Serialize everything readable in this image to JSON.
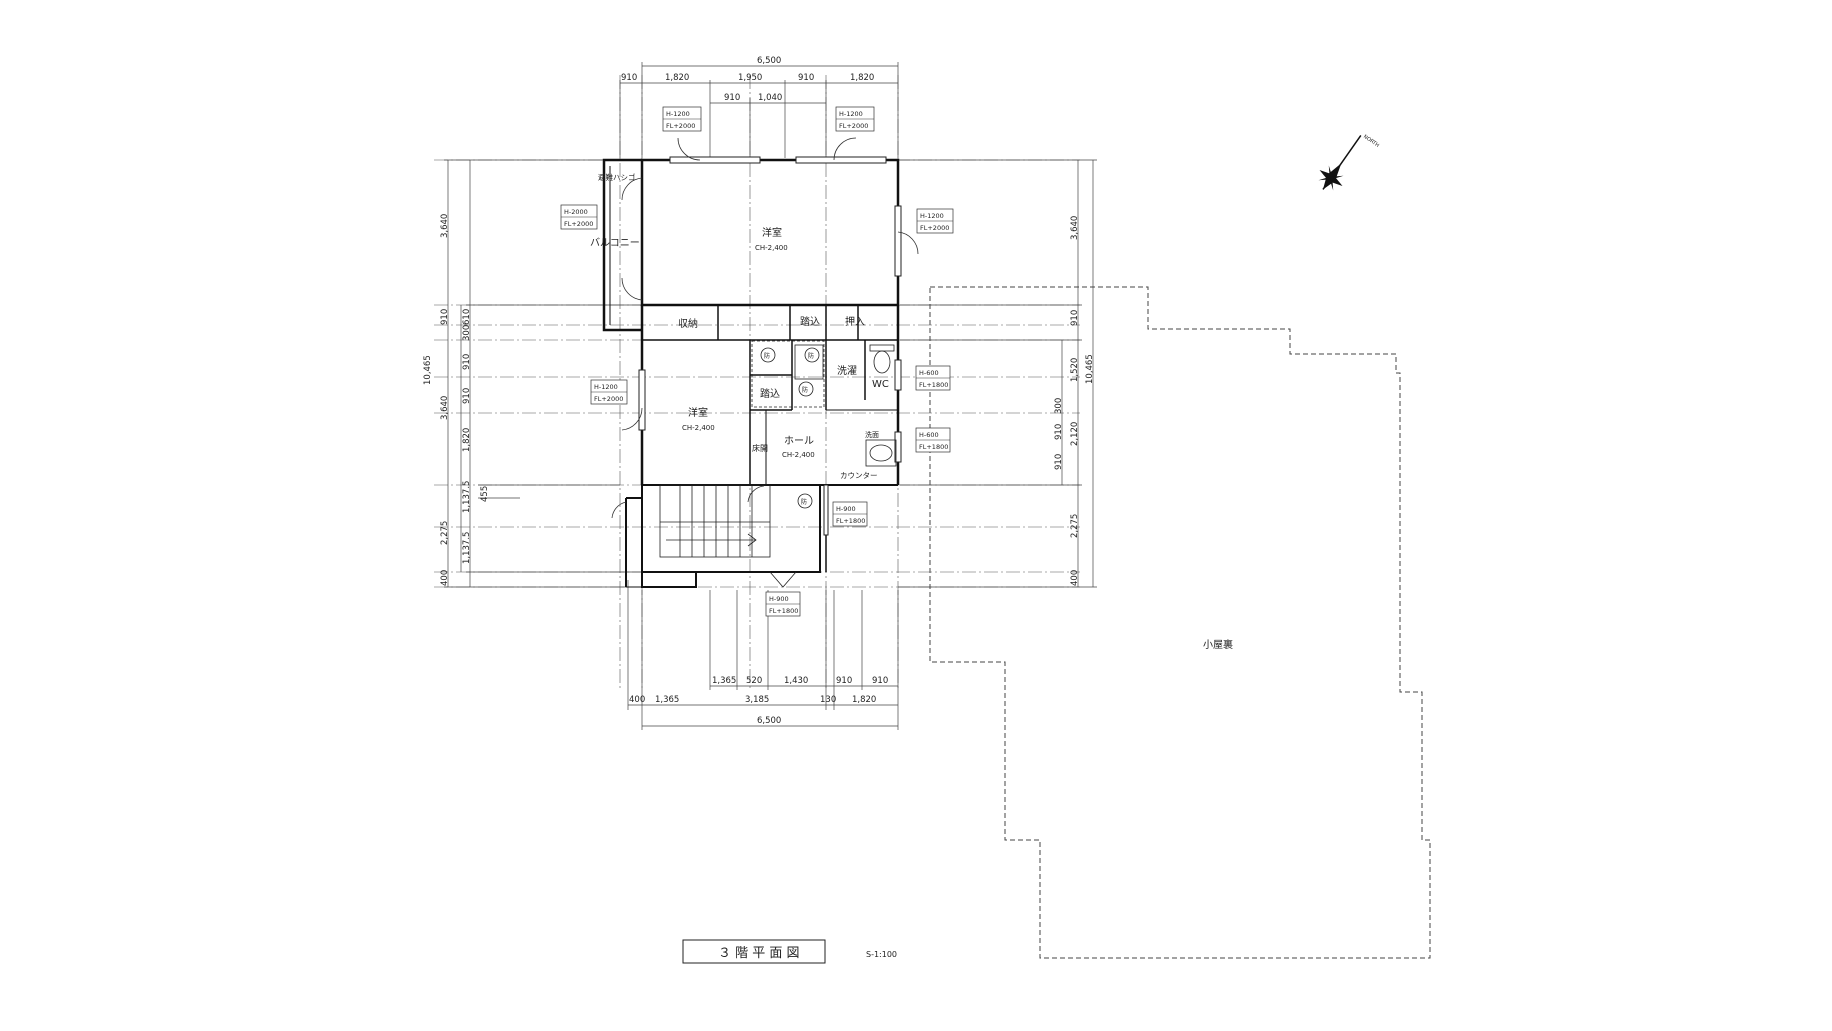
{
  "drawing": {
    "title": "３ 階 平 面 図",
    "scale": "S-1:100",
    "north_label": "NORTH"
  },
  "rooms": {
    "western_room_top": "洋室",
    "western_room_top_ch": "CH-2,400",
    "balcony": "バルコニー",
    "emergency_ladder": "避難ハシゴ",
    "storage": "収納",
    "step_in_top": "踏込",
    "closet": "押入",
    "western_room_mid": "洋室",
    "western_room_mid_ch": "CH-2,400",
    "step_in_mid": "踏込",
    "laundry": "洗濯",
    "wc": "WC",
    "hall": "ホール",
    "hall_ch": "CH-2,400",
    "washbasin": "洗面",
    "counter": "カウンター",
    "small_storage": "床開",
    "fire_mark": "防",
    "attic": "小屋裏"
  },
  "window_tags": [
    {
      "h": "H-1200",
      "fl": "FL+2000"
    },
    {
      "h": "H-1200",
      "fl": "FL+2000"
    },
    {
      "h": "H-2000",
      "fl": "FL+2000"
    },
    {
      "h": "H-1200",
      "fl": "FL+2000"
    },
    {
      "h": "H-1200",
      "fl": "FL+2000"
    },
    {
      "h": "H-600",
      "fl": "FL+1800"
    },
    {
      "h": "H-600",
      "fl": "FL+1800"
    },
    {
      "h": "H-900",
      "fl": "FL+1800"
    },
    {
      "h": "H-900",
      "fl": "FL+1800"
    }
  ],
  "dimensions": {
    "top_total": "6,500",
    "top_row1": [
      "910",
      "1,820",
      "1,950",
      "910",
      "1,820"
    ],
    "top_row2": [
      "910",
      "1,040"
    ],
    "bottom_total": "6,500",
    "bottom_row1": [
      "1,365",
      "520",
      "1,430",
      "910",
      "910"
    ],
    "bottom_row2": [
      "400",
      "1,365",
      "3,185",
      "130",
      "1,820"
    ],
    "left_total": "10,465",
    "left_col1": [
      "3,640",
      "910",
      "3,640",
      "2,275",
      "400"
    ],
    "left_col2": [
      "610",
      "300",
      "910",
      "910",
      "1,820",
      "1,137.5",
      "1,137.5"
    ],
    "left_small": "455",
    "right_total": "10,465",
    "right_col1": [
      "3,640",
      "910",
      "1,520",
      "2,120",
      "2,275",
      "400"
    ],
    "right_col2": [
      "300",
      "910",
      "910"
    ]
  }
}
